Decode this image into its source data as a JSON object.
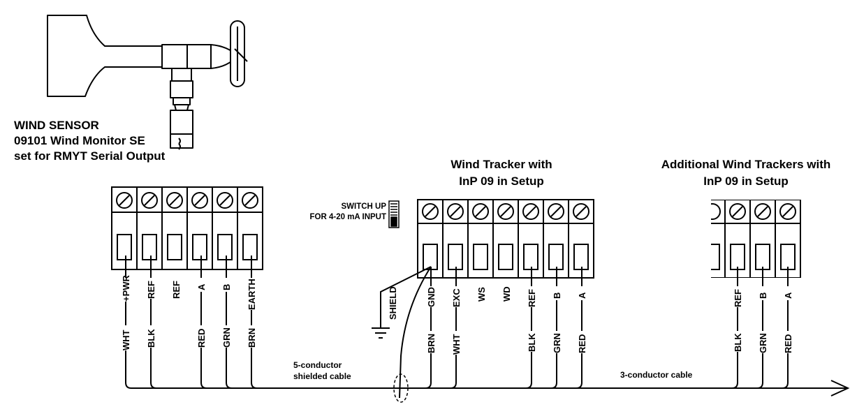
{
  "sensor": {
    "title": "WIND SENSOR",
    "model": "09101  Wind Monitor SE",
    "setting": "set for RMYT Serial Output",
    "terminals": [
      "+PWR",
      "REF",
      "REF",
      "A",
      "B",
      "EARTH"
    ],
    "wires": [
      "WHT",
      "BLK",
      "RED",
      "GRN",
      "BRN"
    ]
  },
  "tracker": {
    "title_line1": "Wind Tracker with",
    "title_line2": "InP 09 in Setup",
    "switch_line1": "SWITCH UP",
    "switch_line2": "FOR 4-20 mA INPUT",
    "terminals": [
      "GND",
      "EXC",
      "WS",
      "WD",
      "REF",
      "B",
      "A"
    ],
    "shield_label": "SHIELD",
    "wires": [
      "BRN",
      "WHT",
      "BLK",
      "GRN",
      "RED"
    ]
  },
  "additional": {
    "title_line1": "Additional Wind Trackers with",
    "title_line2": "InP 09 in Setup",
    "terminals": [
      "REF",
      "B",
      "A"
    ],
    "wires": [
      "BLK",
      "GRN",
      "RED"
    ]
  },
  "cables": {
    "five_line1": "5-conductor",
    "five_line2": "shielded cable",
    "three": "3-conductor cable"
  }
}
